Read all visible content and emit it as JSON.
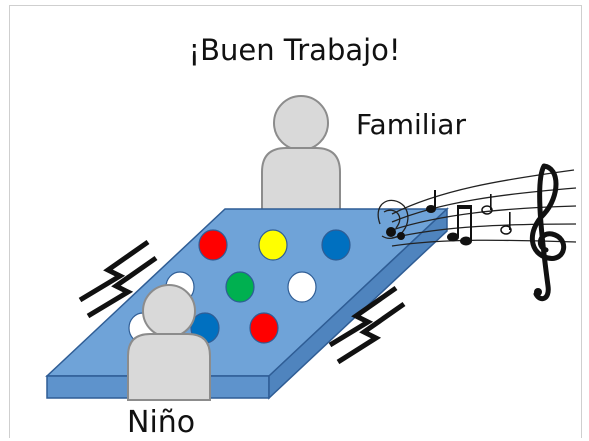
{
  "title": "¡Buen Trabajo!",
  "labels": {
    "family": "Familiar",
    "child": "Niño"
  },
  "board": {
    "color": "#6fa3d8",
    "edge_color": "#2f5d95",
    "buttons": [
      {
        "color": "#ff0000"
      },
      {
        "color": "#ffff00"
      },
      {
        "color": "#0070c0"
      },
      {
        "color": "#ffffff"
      },
      {
        "color": "#00b050"
      },
      {
        "color": "#ffffff"
      },
      {
        "color": "#ffffff"
      },
      {
        "color": "#0070c0"
      },
      {
        "color": "#ff0000"
      }
    ]
  },
  "icons": [
    "person-icon",
    "person-icon",
    "vibration-icon",
    "vibration-icon",
    "music-staff-icon"
  ]
}
